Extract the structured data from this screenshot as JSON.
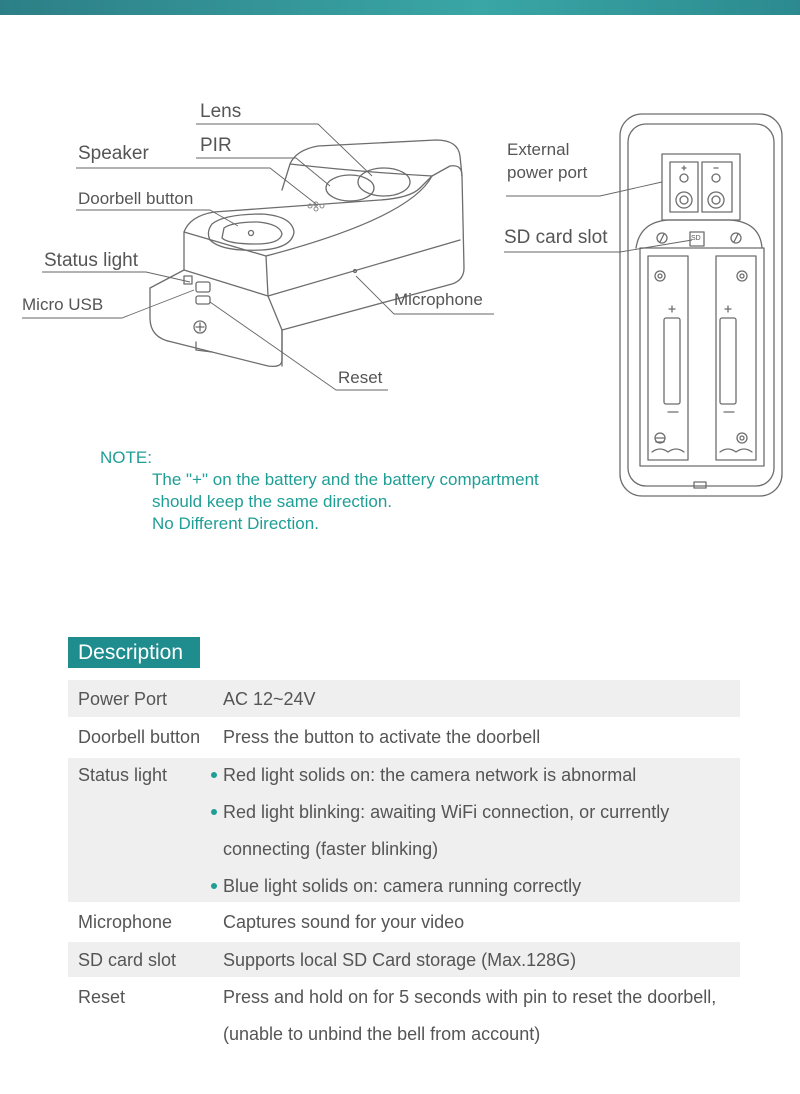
{
  "labels": {
    "lens": "Lens",
    "pir": "PIR",
    "speaker": "Speaker",
    "doorbell_button": "Doorbell button",
    "status_light": "Status light",
    "micro_usb": "Micro USB",
    "microphone": "Microphone",
    "reset": "Reset",
    "external_power_port_1": "External",
    "external_power_port_2": "power port",
    "sd_card_slot": "SD card slot",
    "sd_mark": "SD"
  },
  "note": {
    "title": "NOTE:",
    "lines": [
      "The \"+\"  on the battery and the battery compartment",
      "should keep the same direction.",
      "No Different Direction."
    ]
  },
  "description": {
    "heading": "Description",
    "rows": [
      {
        "name": "Power Port",
        "lines": [
          "AC 12~24V"
        ]
      },
      {
        "name": "Doorbell button",
        "lines": [
          "Press the button to activate the doorbell"
        ]
      },
      {
        "name": "Status light",
        "lines": [
          "Red light solids on: the camera network is abnormal",
          "Red light blinking: awaiting WiFi connection, or currently",
          "connecting (faster blinking)",
          "Blue light solids on: camera running correctly"
        ]
      },
      {
        "name": "Microphone",
        "lines": [
          "Captures sound for your video"
        ]
      },
      {
        "name": "SD card slot",
        "lines": [
          "Supports local SD Card storage (Max.128G)"
        ]
      },
      {
        "name": "Reset",
        "lines": [
          "Press and hold on for 5 seconds with pin to reset the doorbell,",
          "(unable to unbind the bell from account)"
        ]
      }
    ]
  },
  "colors": {
    "accent": "#1f9e96",
    "header_bar": "#1f8c8e",
    "row_shade": "#efefef",
    "line": "#555555"
  }
}
